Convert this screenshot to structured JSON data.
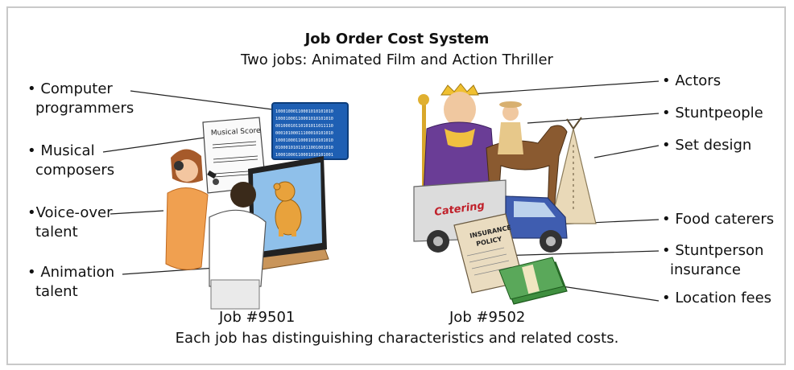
{
  "title": "Job Order Cost System",
  "subtitle": "Two jobs: Animated Film and Action Thriller",
  "left_labels": [
    {
      "line1": "• Computer",
      "line2": "programmers"
    },
    {
      "line1": "• Musical",
      "line2": "composers"
    },
    {
      "line1": "•Voice-over",
      "line2": "talent"
    },
    {
      "line1": "• Animation",
      "line2": "talent"
    }
  ],
  "right_labels": [
    {
      "line1": "• Actors",
      "line2": ""
    },
    {
      "line1": "• Stuntpeople",
      "line2": ""
    },
    {
      "line1": "• Set design",
      "line2": ""
    },
    {
      "line1": "• Food caterers",
      "line2": ""
    },
    {
      "line1": "• Stuntperson",
      "line2": "insurance"
    },
    {
      "line1": "• Location fees",
      "line2": ""
    }
  ],
  "job1_label": "Job #9501",
  "job2_label": "Job #9502",
  "caption": "Each job has distinguishing characteristics and related costs.",
  "art_text": {
    "musical_score": "Musical Score",
    "catering": "Catering",
    "insurance_title": "INSURANCE",
    "insurance_policy": "POLICY"
  },
  "colors": {
    "frame": "#c9c9c9",
    "monitor_blue": "#1e5fb3",
    "robe_purple": "#6a3d96",
    "orange_shirt": "#f0a050",
    "money_green": "#3f8f3f"
  }
}
